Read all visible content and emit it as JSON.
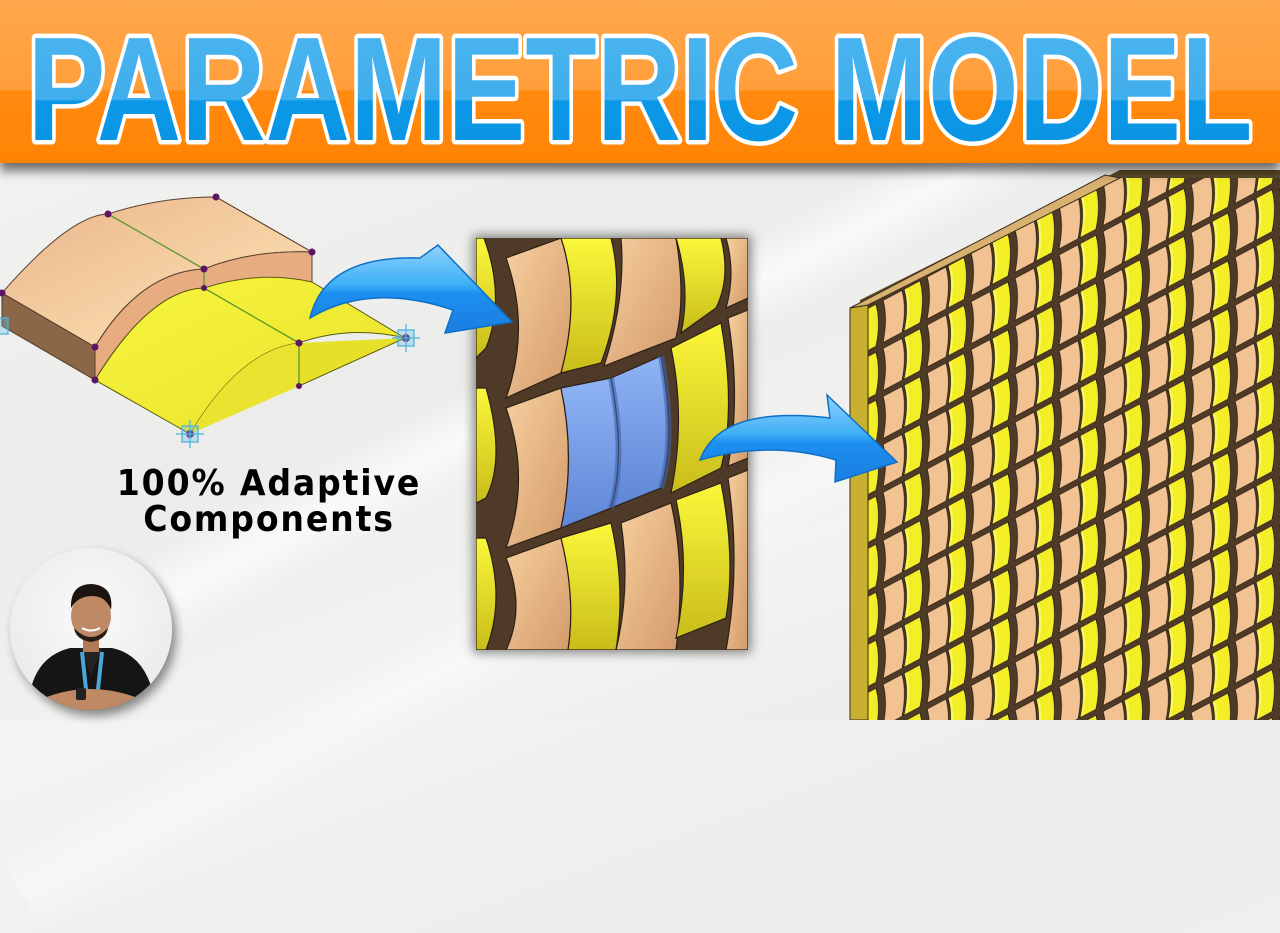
{
  "banner": {
    "title": "PARAMETRIC MODEL",
    "background_color": "#ff8a10",
    "text_color_top": "#45b1ee",
    "text_color_bottom": "#0a96e6",
    "text_outline_color": "#ffffff"
  },
  "left_panel": {
    "description": "Adaptive component: curved roof-tile unit with tan and yellow halves and purple adaptive points",
    "colors": {
      "tan": "#f2c08e",
      "tan_side": "#8a6747",
      "yellow": "#f7f22c",
      "point": "#5b1466"
    }
  },
  "tagline": {
    "line1": "100% Adaptive",
    "line2": "Components"
  },
  "avatar": {
    "description": "Presenter portrait in black polo with blue lanyard"
  },
  "middle_panel": {
    "description": "Close-up of interlocking tile pattern with one blue highlighted component",
    "colors": {
      "tan": "#f5c592",
      "yellow": "#f6f12a",
      "edge": "#4e3a27",
      "highlight": "#7fa6f0"
    }
  },
  "right_panel": {
    "description": "Full parametric wall covered with repeated tan/yellow tiles"
  },
  "arrows": [
    {
      "name": "arrow-to-detail",
      "color": "#1f9bf0"
    },
    {
      "name": "arrow-to-wall",
      "color": "#1f9bf0"
    }
  ]
}
